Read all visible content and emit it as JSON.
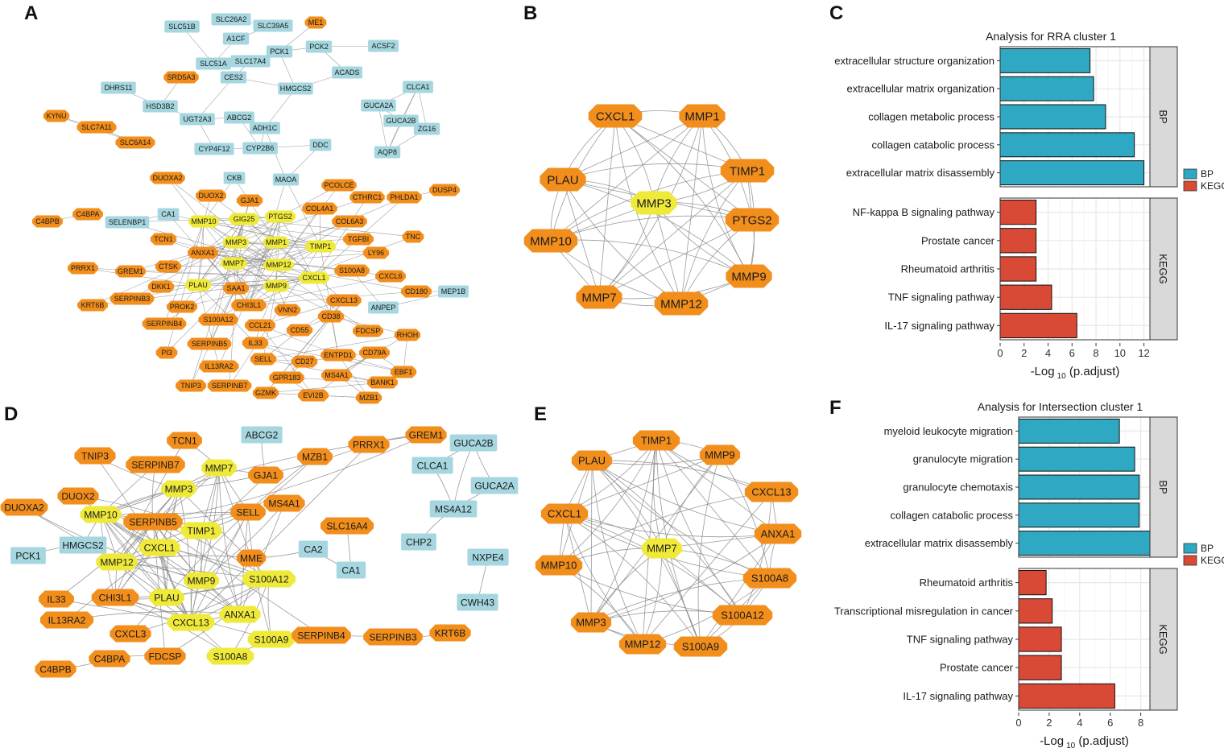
{
  "figure": {
    "panel_labels": [
      "A",
      "B",
      "C",
      "D",
      "E",
      "F"
    ],
    "colors": {
      "orange": "#F28E1C",
      "yellow": "#EFEA3A",
      "blue": "#A6D7E0",
      "edge": "#8a8a8a",
      "bp": "#2FA8C3",
      "kegg": "#D94A36",
      "strip": "#D9D9D9",
      "grid": "#E8E8E8"
    }
  },
  "networks": {
    "A": {
      "nodes": [
        {
          "id": "SLC51B",
          "color": "blue",
          "shape": "rect"
        },
        {
          "id": "SLC26A2",
          "color": "blue",
          "shape": "rect"
        },
        {
          "id": "SLC39A5",
          "color": "blue",
          "shape": "rect"
        },
        {
          "id": "ME1",
          "color": "orange",
          "shape": "oct"
        },
        {
          "id": "A1CF",
          "color": "blue",
          "shape": "rect"
        },
        {
          "id": "PCK1",
          "color": "blue",
          "shape": "rect"
        },
        {
          "id": "PCK2",
          "color": "blue",
          "shape": "rect"
        },
        {
          "id": "ACSF2",
          "color": "blue",
          "shape": "rect"
        },
        {
          "id": "SLC51A",
          "color": "blue",
          "shape": "rect"
        },
        {
          "id": "SLC17A4",
          "color": "blue",
          "shape": "rect"
        },
        {
          "id": "ACADS",
          "color": "blue",
          "shape": "rect"
        },
        {
          "id": "SRD5A3",
          "color": "orange",
          "shape": "oct"
        },
        {
          "id": "CES2",
          "color": "blue",
          "shape": "rect"
        },
        {
          "id": "DHRS11",
          "color": "blue",
          "shape": "rect"
        },
        {
          "id": "HMGCS2",
          "color": "blue",
          "shape": "rect"
        },
        {
          "id": "CLCA1",
          "color": "blue",
          "shape": "rect"
        },
        {
          "id": "HSD3B2",
          "color": "blue",
          "shape": "rect"
        },
        {
          "id": "KYNU",
          "color": "orange",
          "shape": "oct"
        },
        {
          "id": "UGT2A3",
          "color": "blue",
          "shape": "rect"
        },
        {
          "id": "ABCG2",
          "color": "blue",
          "shape": "rect"
        },
        {
          "id": "GUCA2A",
          "color": "blue",
          "shape": "rect"
        },
        {
          "id": "GUCA2B",
          "color": "blue",
          "shape": "rect"
        },
        {
          "id": "SLC7A11",
          "color": "orange",
          "shape": "oct"
        },
        {
          "id": "ADH1C",
          "color": "blue",
          "shape": "rect"
        },
        {
          "id": "ZG16",
          "color": "blue",
          "shape": "rect"
        },
        {
          "id": "SLC6A14",
          "color": "orange",
          "shape": "oct"
        },
        {
          "id": "CYP4F12",
          "color": "blue",
          "shape": "rect"
        },
        {
          "id": "CYP2B6",
          "color": "blue",
          "shape": "rect"
        },
        {
          "id": "DDC",
          "color": "blue",
          "shape": "rect"
        },
        {
          "id": "AQP8",
          "color": "blue",
          "shape": "rect"
        },
        {
          "id": "DUOXA2",
          "color": "orange",
          "shape": "oct"
        },
        {
          "id": "CKB",
          "color": "blue",
          "shape": "rect"
        },
        {
          "id": "MAOA",
          "color": "blue",
          "shape": "rect"
        },
        {
          "id": "PCOLCE",
          "color": "orange",
          "shape": "oct"
        },
        {
          "id": "DUSP4",
          "color": "orange",
          "shape": "oct"
        },
        {
          "id": "DUOX2",
          "color": "orange",
          "shape": "oct"
        },
        {
          "id": "GJA1",
          "color": "orange",
          "shape": "oct"
        },
        {
          "id": "COL4A1",
          "color": "orange",
          "shape": "oct"
        },
        {
          "id": "CTHRC1",
          "color": "orange",
          "shape": "oct"
        },
        {
          "id": "PHLDA1",
          "color": "orange",
          "shape": "oct"
        },
        {
          "id": "C4BPB",
          "color": "orange",
          "shape": "oct"
        },
        {
          "id": "C4BPA",
          "color": "orange",
          "shape": "oct"
        },
        {
          "id": "SELENBP1",
          "color": "blue",
          "shape": "rect"
        },
        {
          "id": "CA1",
          "color": "blue",
          "shape": "rect"
        },
        {
          "id": "MMP10",
          "color": "yellow",
          "shape": "oct"
        },
        {
          "id": "GIG25",
          "color": "yellow",
          "shape": "oct"
        },
        {
          "id": "PTGS2",
          "color": "yellow",
          "shape": "oct"
        },
        {
          "id": "COL6A3",
          "color": "orange",
          "shape": "oct"
        },
        {
          "id": "TCN1",
          "color": "orange",
          "shape": "oct"
        },
        {
          "id": "MMP3",
          "color": "yellow",
          "shape": "oct"
        },
        {
          "id": "MMP1",
          "color": "yellow",
          "shape": "oct"
        },
        {
          "id": "TIMP1",
          "color": "yellow",
          "shape": "oct"
        },
        {
          "id": "TGFBI",
          "color": "orange",
          "shape": "oct"
        },
        {
          "id": "TNC",
          "color": "orange",
          "shape": "oct"
        },
        {
          "id": "ANXA1",
          "color": "orange",
          "shape": "oct"
        },
        {
          "id": "LY96",
          "color": "orange",
          "shape": "oct"
        },
        {
          "id": "PRRX1",
          "color": "orange",
          "shape": "oct"
        },
        {
          "id": "GREM1",
          "color": "orange",
          "shape": "oct"
        },
        {
          "id": "CTSK",
          "color": "orange",
          "shape": "oct"
        },
        {
          "id": "MMP7",
          "color": "yellow",
          "shape": "oct"
        },
        {
          "id": "MMP12",
          "color": "yellow",
          "shape": "oct"
        },
        {
          "id": "S100A8",
          "color": "orange",
          "shape": "oct"
        },
        {
          "id": "CXCL1",
          "color": "yellow",
          "shape": "oct"
        },
        {
          "id": "CXCL6",
          "color": "orange",
          "shape": "oct"
        },
        {
          "id": "DKK1",
          "color": "orange",
          "shape": "oct"
        },
        {
          "id": "PLAU",
          "color": "yellow",
          "shape": "oct"
        },
        {
          "id": "SAA1",
          "color": "orange",
          "shape": "oct"
        },
        {
          "id": "MMP9",
          "color": "yellow",
          "shape": "oct"
        },
        {
          "id": "CD180",
          "color": "orange",
          "shape": "oct"
        },
        {
          "id": "MEP1B",
          "color": "blue",
          "shape": "rect"
        },
        {
          "id": "KRT6B",
          "color": "orange",
          "shape": "oct"
        },
        {
          "id": "SERPINB3",
          "color": "orange",
          "shape": "oct"
        },
        {
          "id": "CXCL13",
          "color": "orange",
          "shape": "oct"
        },
        {
          "id": "PROK2",
          "color": "orange",
          "shape": "oct"
        },
        {
          "id": "CHI3L1",
          "color": "orange",
          "shape": "oct"
        },
        {
          "id": "VNN2",
          "color": "orange",
          "shape": "oct"
        },
        {
          "id": "ANPEP",
          "color": "blue",
          "shape": "rect"
        },
        {
          "id": "SERPINB4",
          "color": "orange",
          "shape": "oct"
        },
        {
          "id": "S100A12",
          "color": "orange",
          "shape": "oct"
        },
        {
          "id": "CD38",
          "color": "orange",
          "shape": "oct"
        },
        {
          "id": "CCL21",
          "color": "orange",
          "shape": "oct"
        },
        {
          "id": "CD55",
          "color": "orange",
          "shape": "oct"
        },
        {
          "id": "FDCSP",
          "color": "orange",
          "shape": "oct"
        },
        {
          "id": "RHOH",
          "color": "orange",
          "shape": "oct"
        },
        {
          "id": "SERPINB5",
          "color": "orange",
          "shape": "oct"
        },
        {
          "id": "IL33",
          "color": "orange",
          "shape": "oct"
        },
        {
          "id": "ENTPD1",
          "color": "orange",
          "shape": "oct"
        },
        {
          "id": "CD79A",
          "color": "orange",
          "shape": "oct"
        },
        {
          "id": "PI3",
          "color": "orange",
          "shape": "oct"
        },
        {
          "id": "SELL",
          "color": "orange",
          "shape": "oct"
        },
        {
          "id": "CD27",
          "color": "orange",
          "shape": "oct"
        },
        {
          "id": "IL13RA2",
          "color": "orange",
          "shape": "oct"
        },
        {
          "id": "GPR183",
          "color": "orange",
          "shape": "oct"
        },
        {
          "id": "MS4A1",
          "color": "orange",
          "shape": "oct"
        },
        {
          "id": "EBF1",
          "color": "orange",
          "shape": "oct"
        },
        {
          "id": "BANK1",
          "color": "orange",
          "shape": "oct"
        },
        {
          "id": "TNIP3",
          "color": "orange",
          "shape": "oct"
        },
        {
          "id": "SERPINB7",
          "color": "orange",
          "shape": "oct"
        },
        {
          "id": "GZMK",
          "color": "orange",
          "shape": "oct"
        },
        {
          "id": "EVI2B",
          "color": "orange",
          "shape": "oct"
        },
        {
          "id": "MZB1",
          "color": "orange",
          "shape": "oct"
        }
      ]
    },
    "B": {
      "nodes": [
        {
          "id": "CXCL1",
          "color": "orange"
        },
        {
          "id": "MMP1",
          "color": "orange"
        },
        {
          "id": "TIMP1",
          "color": "orange"
        },
        {
          "id": "PLAU",
          "color": "orange"
        },
        {
          "id": "MMP3",
          "color": "yellow"
        },
        {
          "id": "PTGS2",
          "color": "orange"
        },
        {
          "id": "MMP10",
          "color": "orange"
        },
        {
          "id": "MMP9",
          "color": "orange"
        },
        {
          "id": "MMP7",
          "color": "orange"
        },
        {
          "id": "MMP12",
          "color": "orange"
        }
      ]
    },
    "D": {
      "nodes": [
        {
          "id": "TCN1",
          "color": "orange",
          "shape": "oct"
        },
        {
          "id": "ABCG2",
          "color": "blue",
          "shape": "rect"
        },
        {
          "id": "GREM1",
          "color": "orange",
          "shape": "oct"
        },
        {
          "id": "GUCA2B",
          "color": "blue",
          "shape": "rect"
        },
        {
          "id": "TNIP3",
          "color": "orange",
          "shape": "oct"
        },
        {
          "id": "SERPINB7",
          "color": "orange",
          "shape": "oct"
        },
        {
          "id": "MMP7",
          "color": "yellow",
          "shape": "oct"
        },
        {
          "id": "PRRX1",
          "color": "orange",
          "shape": "oct"
        },
        {
          "id": "MZB1",
          "color": "orange",
          "shape": "oct"
        },
        {
          "id": "GJA1",
          "color": "orange",
          "shape": "oct"
        },
        {
          "id": "CLCA1",
          "color": "blue",
          "shape": "rect"
        },
        {
          "id": "GUCA2A",
          "color": "blue",
          "shape": "rect"
        },
        {
          "id": "MMP3",
          "color": "yellow",
          "shape": "oct"
        },
        {
          "id": "DUOX2",
          "color": "orange",
          "shape": "oct"
        },
        {
          "id": "MS4A1",
          "color": "orange",
          "shape": "oct"
        },
        {
          "id": "MS4A12",
          "color": "blue",
          "shape": "rect"
        },
        {
          "id": "DUOXA2",
          "color": "orange",
          "shape": "oct"
        },
        {
          "id": "MMP10",
          "color": "yellow",
          "shape": "oct"
        },
        {
          "id": "SERPINB5",
          "color": "orange",
          "shape": "oct"
        },
        {
          "id": "SELL",
          "color": "orange",
          "shape": "oct"
        },
        {
          "id": "SLC16A4",
          "color": "orange",
          "shape": "oct"
        },
        {
          "id": "TIMP1",
          "color": "yellow",
          "shape": "oct"
        },
        {
          "id": "HMGCS2",
          "color": "blue",
          "shape": "rect"
        },
        {
          "id": "CHP2",
          "color": "blue",
          "shape": "rect"
        },
        {
          "id": "PCK1",
          "color": "blue",
          "shape": "rect"
        },
        {
          "id": "CXCL1",
          "color": "yellow",
          "shape": "oct"
        },
        {
          "id": "CA2",
          "color": "blue",
          "shape": "rect"
        },
        {
          "id": "MME",
          "color": "orange",
          "shape": "oct"
        },
        {
          "id": "NXPE4",
          "color": "blue",
          "shape": "rect"
        },
        {
          "id": "MMP12",
          "color": "yellow",
          "shape": "oct"
        },
        {
          "id": "CA1",
          "color": "blue",
          "shape": "rect"
        },
        {
          "id": "MMP9",
          "color": "yellow",
          "shape": "oct"
        },
        {
          "id": "S100A12",
          "color": "yellow",
          "shape": "oct"
        },
        {
          "id": "IL33",
          "color": "orange",
          "shape": "oct"
        },
        {
          "id": "CHI3L1",
          "color": "orange",
          "shape": "oct"
        },
        {
          "id": "PLAU",
          "color": "yellow",
          "shape": "oct"
        },
        {
          "id": "CWH43",
          "color": "blue",
          "shape": "rect"
        },
        {
          "id": "ANXA1",
          "color": "yellow",
          "shape": "oct"
        },
        {
          "id": "IL13RA2",
          "color": "orange",
          "shape": "oct"
        },
        {
          "id": "CXCL13",
          "color": "yellow",
          "shape": "oct"
        },
        {
          "id": "CXCL3",
          "color": "orange",
          "shape": "oct"
        },
        {
          "id": "S100A9",
          "color": "yellow",
          "shape": "oct"
        },
        {
          "id": "SERPINB4",
          "color": "orange",
          "shape": "oct"
        },
        {
          "id": "SERPINB3",
          "color": "orange",
          "shape": "oct"
        },
        {
          "id": "KRT6B",
          "color": "orange",
          "shape": "oct"
        },
        {
          "id": "C4BPA",
          "color": "orange",
          "shape": "oct"
        },
        {
          "id": "FDCSP",
          "color": "orange",
          "shape": "oct"
        },
        {
          "id": "S100A8",
          "color": "yellow",
          "shape": "oct"
        },
        {
          "id": "C4BPB",
          "color": "orange",
          "shape": "oct"
        }
      ]
    },
    "E": {
      "nodes": [
        {
          "id": "TIMP1",
          "color": "orange"
        },
        {
          "id": "MMP9",
          "color": "orange"
        },
        {
          "id": "PLAU",
          "color": "orange"
        },
        {
          "id": "CXCL13",
          "color": "orange"
        },
        {
          "id": "CXCL1",
          "color": "orange"
        },
        {
          "id": "ANXA1",
          "color": "orange"
        },
        {
          "id": "MMP7",
          "color": "yellow"
        },
        {
          "id": "MMP10",
          "color": "orange"
        },
        {
          "id": "S100A8",
          "color": "orange"
        },
        {
          "id": "S100A12",
          "color": "orange"
        },
        {
          "id": "MMP3",
          "color": "orange"
        },
        {
          "id": "MMP12",
          "color": "orange"
        },
        {
          "id": "S100A9",
          "color": "orange"
        }
      ]
    }
  },
  "chart_data": [
    {
      "panel": "C",
      "type": "bar",
      "orientation": "horizontal",
      "title": "Analysis for RRA cluster 1",
      "xlabel": "-Log",
      "xlabel_sub": "10",
      "xlabel_tail": " (p.adjust)",
      "xlim": [
        0,
        12.5
      ],
      "xticks": [
        0,
        2,
        4,
        6,
        8,
        10,
        12
      ],
      "facets": [
        {
          "name": "BP",
          "color": "#2FA8C3",
          "categories": [
            "extracellular structure organization",
            "extracellular matrix organization",
            "collagen metabolic process",
            "collagen catabolic process",
            "extracellular matrix disassembly"
          ],
          "values": [
            7.5,
            7.8,
            8.8,
            11.2,
            12.0
          ]
        },
        {
          "name": "KEGG",
          "color": "#D94A36",
          "categories": [
            "NF-kappa B signaling pathway",
            "Prostate cancer",
            "Rheumatoid arthritis",
            "TNF signaling pathway",
            "IL-17 signaling pathway"
          ],
          "values": [
            3.0,
            3.0,
            3.0,
            4.3,
            6.4
          ]
        }
      ],
      "legend": [
        "BP",
        "KEGG"
      ],
      "legend_position": "right",
      "grid": true
    },
    {
      "panel": "F",
      "type": "bar",
      "orientation": "horizontal",
      "title": "Analysis for Intersection cluster 1",
      "xlabel": "-Log",
      "xlabel_sub": "10",
      "xlabel_tail": " (p.adjust)",
      "xlim": [
        0,
        8.6
      ],
      "xticks": [
        0,
        2,
        4,
        6,
        8
      ],
      "facets": [
        {
          "name": "BP",
          "color": "#2FA8C3",
          "categories": [
            "myeloid leukocyte migration",
            "granulocyte migration",
            "granulocyte chemotaxis",
            "collagen catabolic process",
            "extracellular matrix disassembly"
          ],
          "values": [
            6.6,
            7.6,
            7.9,
            7.9,
            8.6
          ]
        },
        {
          "name": "KEGG",
          "color": "#D94A36",
          "categories": [
            "Rheumatoid arthritis",
            "Transcriptional misregulation in cancer",
            "TNF signaling pathway",
            "Prostate cancer",
            "IL-17 signaling pathway"
          ],
          "values": [
            1.8,
            2.2,
            2.8,
            2.8,
            6.3
          ]
        }
      ],
      "legend": [
        "BP",
        "KEGG"
      ],
      "legend_position": "right",
      "grid": true
    }
  ]
}
